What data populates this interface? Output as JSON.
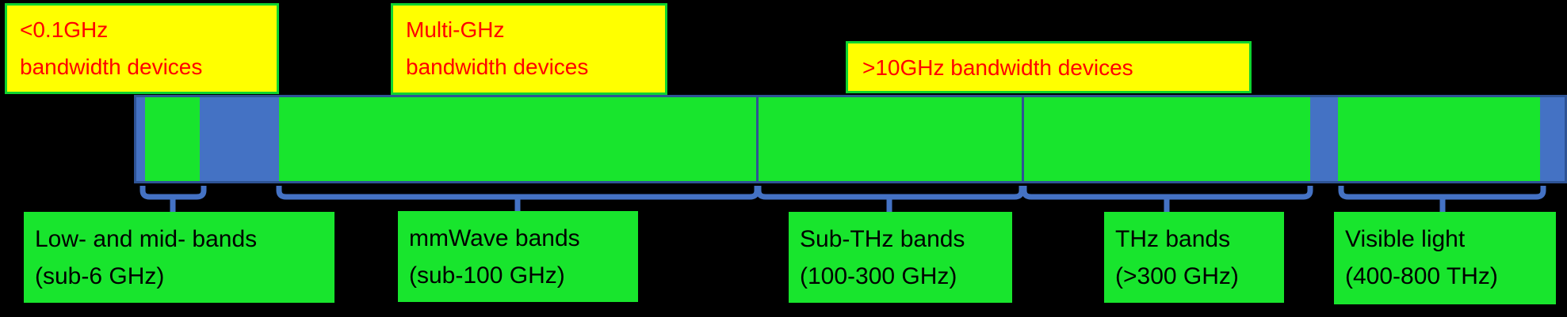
{
  "colors": {
    "background": "#000000",
    "band_green": "#18E52D",
    "bar_blue": "#4472C4",
    "bar_border": "#2E5395",
    "callout_yellow": "#FFFF00",
    "callout_border_green": "#0FD42F",
    "callout_text_red": "#FF0000",
    "label_text": "#000000"
  },
  "callouts": [
    {
      "lines": [
        "<0.1GHz",
        "bandwidth devices"
      ]
    },
    {
      "lines": [
        "Multi-GHz",
        "bandwidth devices"
      ]
    },
    {
      "lines": [
        ">10GHz bandwidth devices"
      ]
    }
  ],
  "bands": [
    {
      "name": "Low- and mid- bands",
      "range": "(sub-6 GHz)"
    },
    {
      "name": "mmWave bands",
      "range": "(sub-100 GHz)"
    },
    {
      "name": "Sub-THz bands",
      "range": "(100-300 GHz)"
    },
    {
      "name": "THz bands",
      "range": "(>300 GHz)"
    },
    {
      "name": "Visible light",
      "range": "(400-800 THz)"
    }
  ]
}
